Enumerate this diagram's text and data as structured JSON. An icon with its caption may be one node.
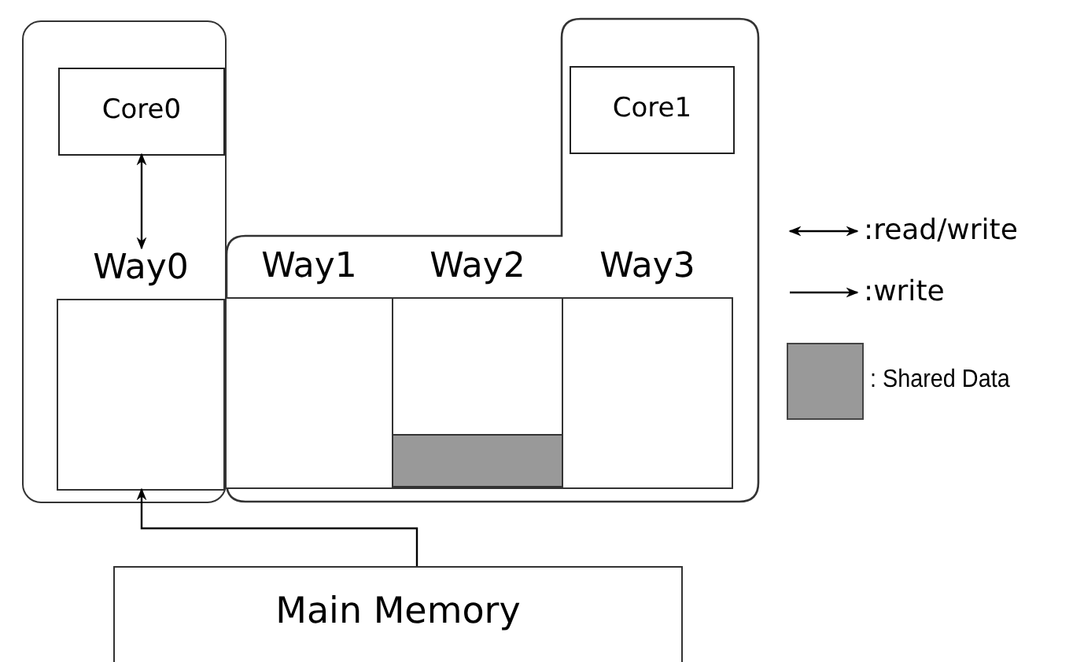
{
  "diagram": {
    "nodes": [
      {
        "text": [],
        "shape": "box"
      },
      {
        "text": [],
        "shape": "box"
      },
      {
        "text": [
          "Core0"
        ],
        "in": 0
      },
      {
        "text": [
          "Way0"
        ],
        "in": 0
      },
      {
        "text": [
          "Core1"
        ],
        "in": 1
      },
      {
        "text": [
          "Way1"
        ],
        "in": 1
      },
      {
        "text": [
          "Way2"
        ],
        "in": 1
      },
      {
        "text": [
          "Way3"
        ],
        "in": 1
      },
      {
        "text": [
          "Main Memory"
        ]
      },
      {
        "text": [],
        "shape": "bar",
        "in": 6
      }
    ],
    "edges": [
      {
        "from": 2,
        "to": 3,
        "arrow": "both"
      },
      {
        "from": 8,
        "to": 3,
        "arrow": "to"
      }
    ],
    "legend": [
      {
        "text": ":read/write"
      },
      {
        "text": ":write"
      },
      {
        "text": ": Shared Data",
        "color": "#999999"
      }
    ]
  }
}
